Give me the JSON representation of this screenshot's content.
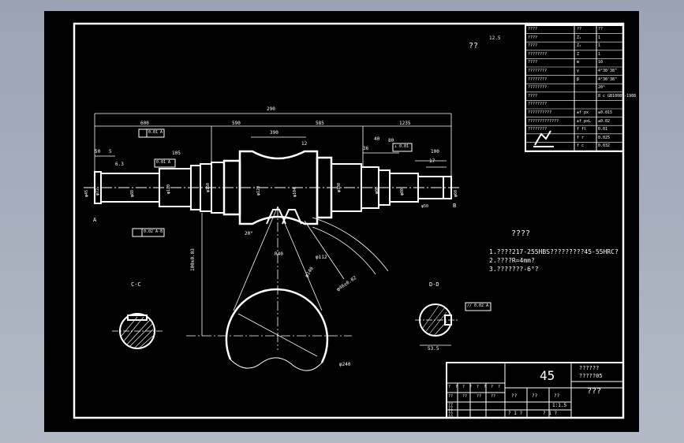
{
  "roughness_note": "??",
  "roughness_value": "12.5",
  "param_table": [
    [
      "????",
      "??",
      "??"
    ],
    [
      "????",
      "Z₁",
      "1"
    ],
    [
      "????",
      "Z₂",
      "1"
    ],
    [
      "????????",
      "Z",
      "1"
    ],
    [
      "????",
      "m",
      "10"
    ],
    [
      "????????",
      "γ",
      "4°30'38\""
    ],
    [
      "????????",
      "β",
      "4°30'38\""
    ],
    [
      "????????",
      "",
      "20°"
    ],
    [
      "????",
      "",
      "8 c GB10089-1988"
    ],
    [
      "????????",
      "",
      ""
    ],
    [
      "??????????",
      "±f px",
      "±0.015"
    ],
    [
      "?????????????",
      "±f pxL",
      "±0.02"
    ],
    [
      "????????",
      "f fl",
      "0.01"
    ],
    [
      "",
      "f r",
      "0.025"
    ],
    [
      "",
      "f c",
      "0.032"
    ]
  ],
  "dims": {
    "overall": "290",
    "d600": "600",
    "d590": "590",
    "d390": "390",
    "d585": "585",
    "d1235": "1235",
    "d50": "50",
    "d5": "5",
    "d105": "105",
    "d40": "40",
    "d100": "100",
    "d12": "12",
    "d36": "36",
    "d80": "80",
    "d17": "17",
    "d63": "6.3",
    "radius_note": "R40",
    "angle": "20°",
    "center": "100±0.03",
    "dia_root": "φ46±0.02",
    "dia_a": "φ150",
    "dia_b": "φ120",
    "dia_c": "φ104",
    "dia_d": "φ180",
    "dia_e": "φ120",
    "dia_f": "φ88",
    "dia_g": "φ80",
    "dia_h": "φ80",
    "dia_i": "φ72",
    "dia_j": "φ60",
    "dia_k": "φ50",
    "dia_l": "φ45",
    "tol_1": "0.01 A",
    "tol_2": "0.02 A-B",
    "tol_3": "0.01 A",
    "tol_4": "// 0.02 A",
    "tol_5": "⊥ 0.01",
    "label_a": "A",
    "label_b": "B",
    "lead_angle": "φ140",
    "root_note": "φ112",
    "wheel_dia": "φ240"
  },
  "section_cc_label": "C-C",
  "section_dd_label": "D-D",
  "section_dd_dim": "53.5",
  "tech_title": "????",
  "tech_lines": [
    "1.????217-255HBS?????????45-55HRC?",
    "2.????R=4mm?",
    "3.???????-6°?"
  ],
  "title_block": {
    "material": "45",
    "drawing_no": "??????",
    "drawing_no2": "?????05",
    "part_name": "???",
    "cells_top": [
      "?",
      "?",
      "?",
      "?",
      "?",
      "?",
      "?",
      "?"
    ],
    "cells_mid": [
      "??",
      "??",
      "??",
      "??"
    ],
    "stage": "??",
    "weight": "??",
    "scale_label": "??",
    "scale": "1:1.5",
    "sheet": "? 1 ?",
    "sheet2": "? 1 ?",
    "roles": [
      "??",
      "??",
      "??",
      "??",
      "??"
    ]
  },
  "colors": {
    "line": "#ffffff",
    "bg": "#000000"
  }
}
